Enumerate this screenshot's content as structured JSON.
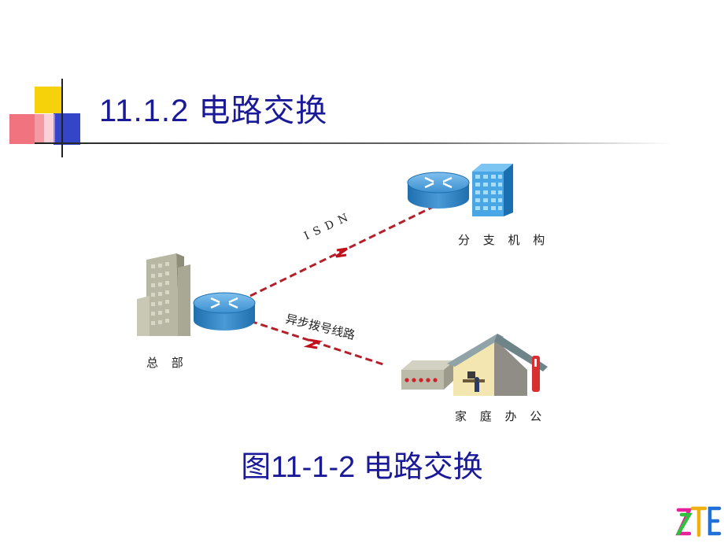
{
  "slide": {
    "title": "11.1.2  电路交换",
    "caption": "图11-1-2   电路交换"
  },
  "diagram": {
    "nodes": {
      "hq": "总 部",
      "branch": "分 支 机 构",
      "home": "家 庭 办 公"
    },
    "links": {
      "isdn": "ISDN",
      "dialup": "异步拨号线路"
    }
  },
  "colors": {
    "title": "#1a1a99",
    "link": "#b4202a",
    "router": "#2f7fbf"
  }
}
